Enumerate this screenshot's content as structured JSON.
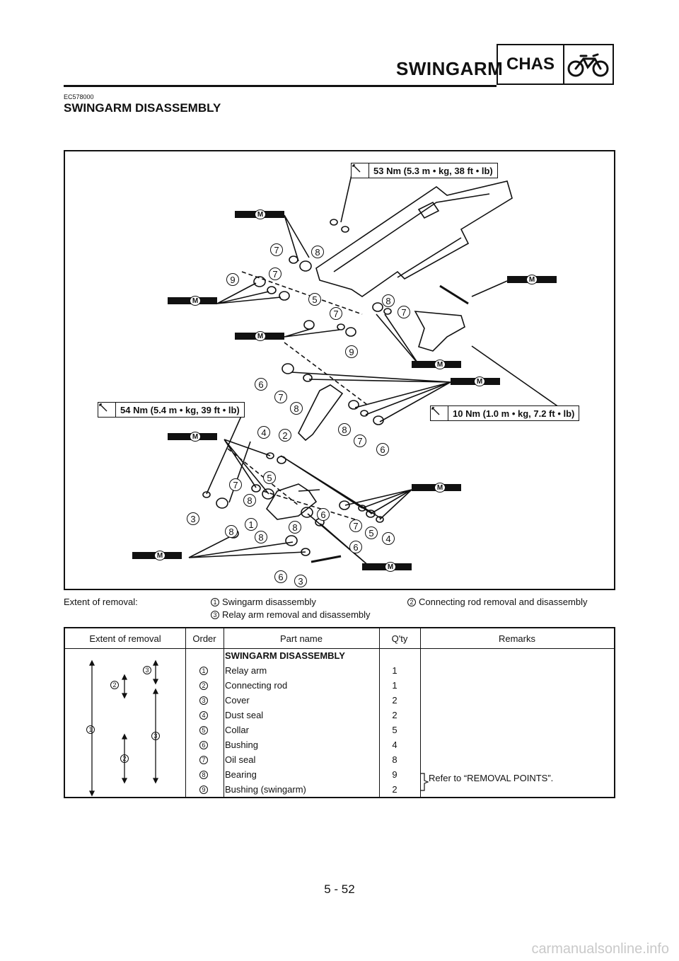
{
  "header": {
    "title": "SWINGARM",
    "tag": "CHAS",
    "tag_icon": "motorcycle-icon"
  },
  "doc_code": "EC578000",
  "section_title": "SWINGARM DISASSEMBLY",
  "diagram": {
    "torques": [
      "53 Nm (5.3 m • kg, 38 ft • lb)",
      "54 Nm (5.4 m • kg, 39 ft • lb)",
      "10 Nm (1.0 m • kg, 7.2 ft • lb)"
    ],
    "lube_mark": "M",
    "callouts": [
      "7",
      "8",
      "9",
      "7",
      "5",
      "8",
      "7",
      "7",
      "9",
      "6",
      "7",
      "8",
      "2",
      "8",
      "7",
      "6",
      "4",
      "5",
      "7",
      "8",
      "3",
      "8",
      "1",
      "8",
      "8",
      "6",
      "7",
      "5",
      "4",
      "6",
      "6",
      "3"
    ]
  },
  "extent": {
    "label": "Extent of removal:",
    "items": [
      {
        "num": "1",
        "text": "Swingarm disassembly"
      },
      {
        "num": "2",
        "text": "Connecting rod removal and disassembly"
      },
      {
        "num": "3",
        "text": "Relay arm removal and disassembly"
      }
    ]
  },
  "table": {
    "headers": [
      "Extent of removal",
      "Order",
      "Part name",
      "Q'ty",
      "Remarks"
    ],
    "section_row": "SWINGARM DISASSEMBLY",
    "rows": [
      {
        "order": "1",
        "name": "Relay arm",
        "qty": "1"
      },
      {
        "order": "2",
        "name": "Connecting rod",
        "qty": "1"
      },
      {
        "order": "3",
        "name": "Cover",
        "qty": "2"
      },
      {
        "order": "4",
        "name": "Dust seal",
        "qty": "2"
      },
      {
        "order": "5",
        "name": "Collar",
        "qty": "5"
      },
      {
        "order": "6",
        "name": "Bushing",
        "qty": "4"
      },
      {
        "order": "7",
        "name": "Oil seal",
        "qty": "8"
      },
      {
        "order": "8",
        "name": "Bearing",
        "qty": "9"
      },
      {
        "order": "9",
        "name": "Bushing (swingarm)",
        "qty": "2"
      }
    ],
    "remark": "Refer to “REMOVAL POINTS”.",
    "extent_markers": [
      "1",
      "2",
      "3",
      "2",
      "3"
    ]
  },
  "page_number": "5 - 52",
  "watermark": "carmanualsonline.info"
}
